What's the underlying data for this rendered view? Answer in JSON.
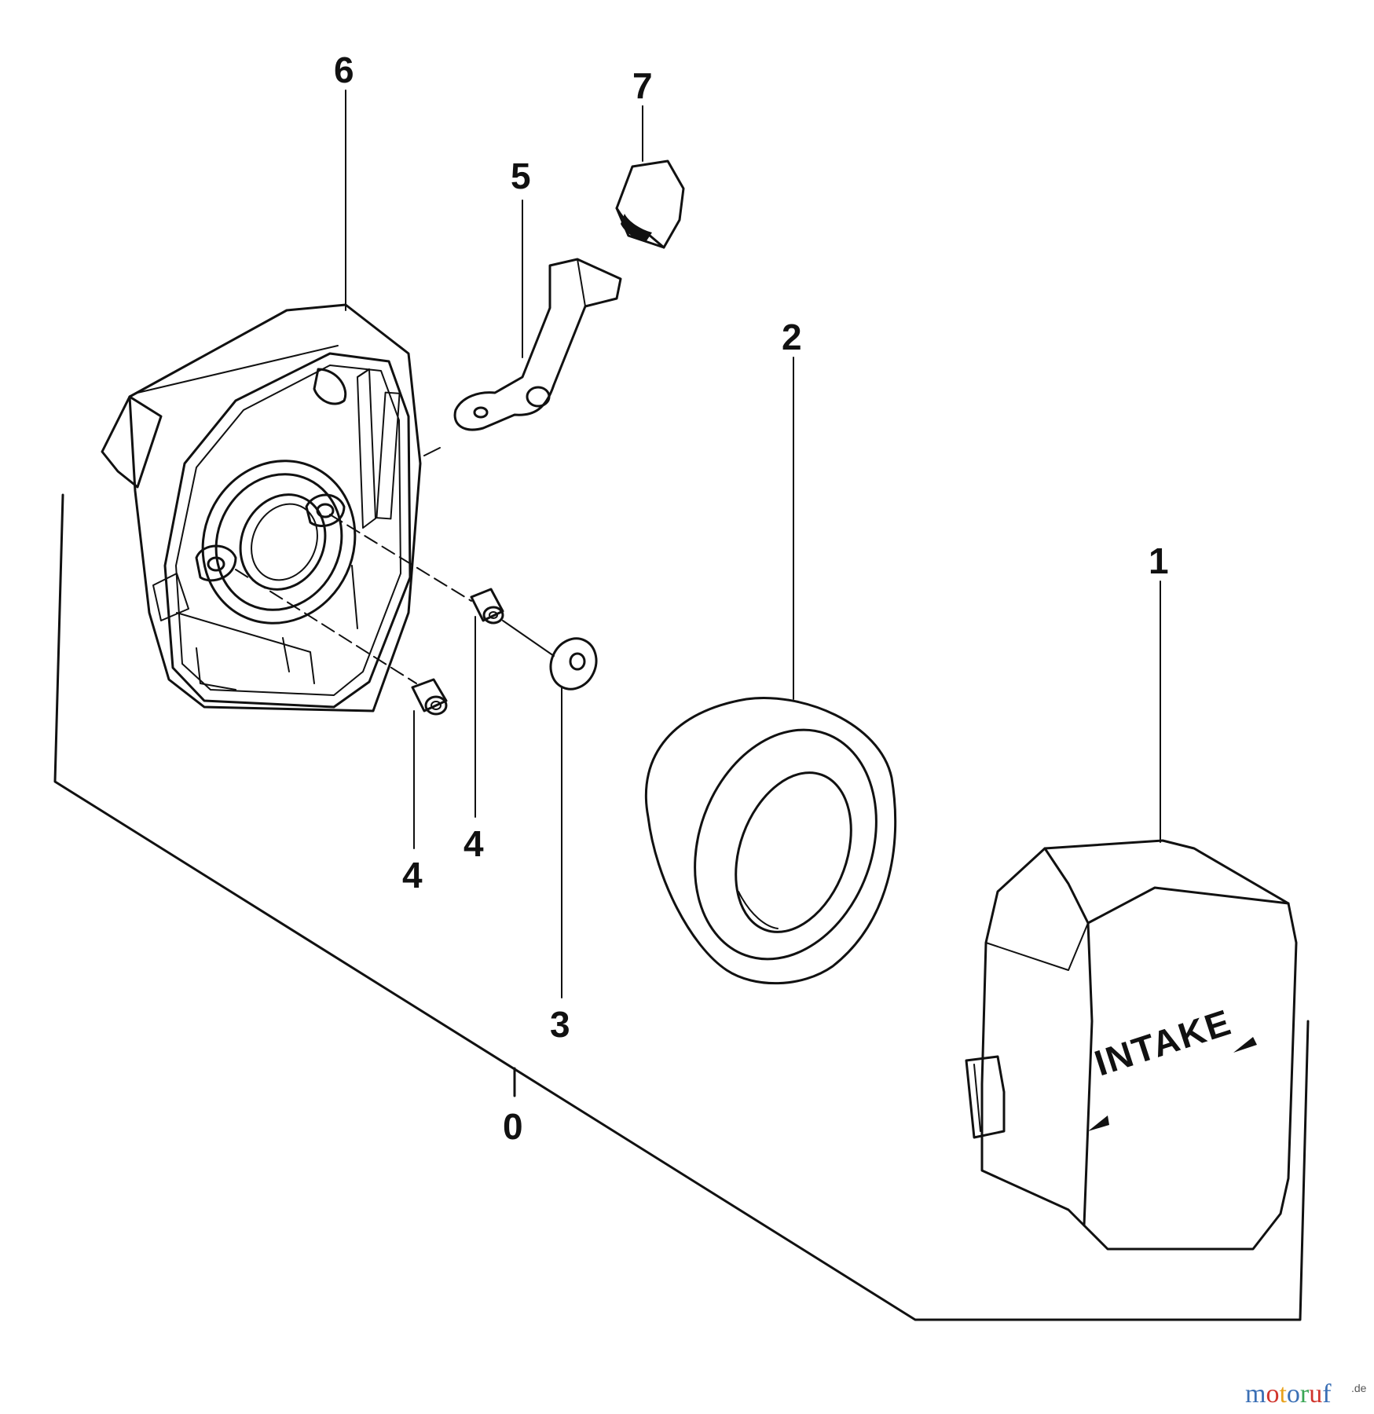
{
  "callouts": {
    "part_0": "0",
    "part_1": "1",
    "part_2": "2",
    "part_3": "3",
    "part_4a": "4",
    "part_4b": "4",
    "part_5": "5",
    "part_6": "6",
    "part_7": "7"
  },
  "cover_text": "INTAKE",
  "watermark": {
    "letters": [
      {
        "ch": "m",
        "color": "#3a6fb5"
      },
      {
        "ch": "o",
        "color": "#d0342c"
      },
      {
        "ch": "t",
        "color": "#e8a21c"
      },
      {
        "ch": "o",
        "color": "#3a6fb5"
      },
      {
        "ch": "r",
        "color": "#3aa655"
      },
      {
        "ch": "u",
        "color": "#d0342c"
      },
      {
        "ch": "f",
        "color": "#3a6fb5"
      }
    ],
    "suffix": ".de"
  }
}
